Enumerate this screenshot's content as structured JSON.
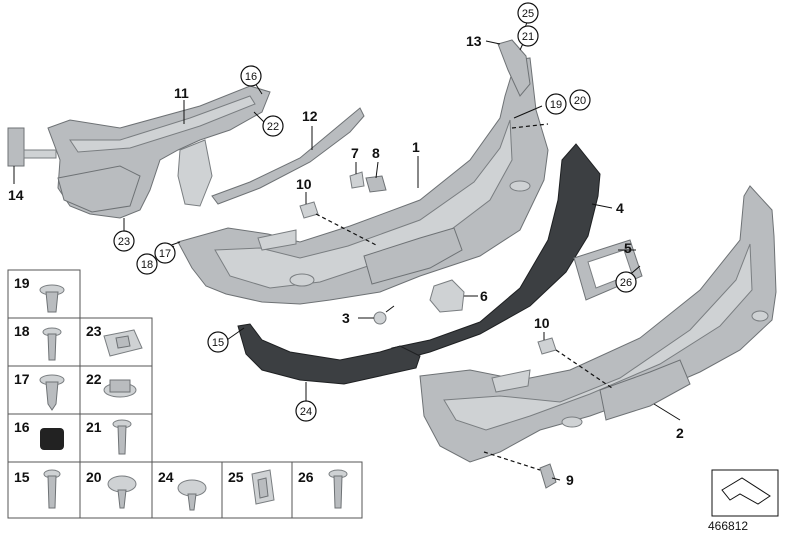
{
  "document_id": "466812",
  "callouts": {
    "c1": "1",
    "c2": "2",
    "c3": "3",
    "c4": "4",
    "c5": "5",
    "c6": "6",
    "c7": "7",
    "c8": "8",
    "c9": "9",
    "c10a": "10",
    "c10b": "10",
    "c11": "11",
    "c12": "12",
    "c13": "13",
    "c14": "14",
    "c15": "15",
    "c16": "16",
    "c17": "17",
    "c18": "18",
    "c19": "19",
    "c20": "20",
    "c21": "21",
    "c22": "22",
    "c23": "23",
    "c24": "24",
    "c25": "25",
    "c26": "26"
  },
  "fastener_grid": [
    {
      "num": "19"
    },
    {
      "num": "18"
    },
    {
      "num": "23"
    },
    {
      "num": "17"
    },
    {
      "num": "22"
    },
    {
      "num": "16"
    },
    {
      "num": "21"
    },
    {
      "num": "15"
    },
    {
      "num": "20"
    },
    {
      "num": "24"
    },
    {
      "num": "25"
    },
    {
      "num": "26"
    }
  ]
}
